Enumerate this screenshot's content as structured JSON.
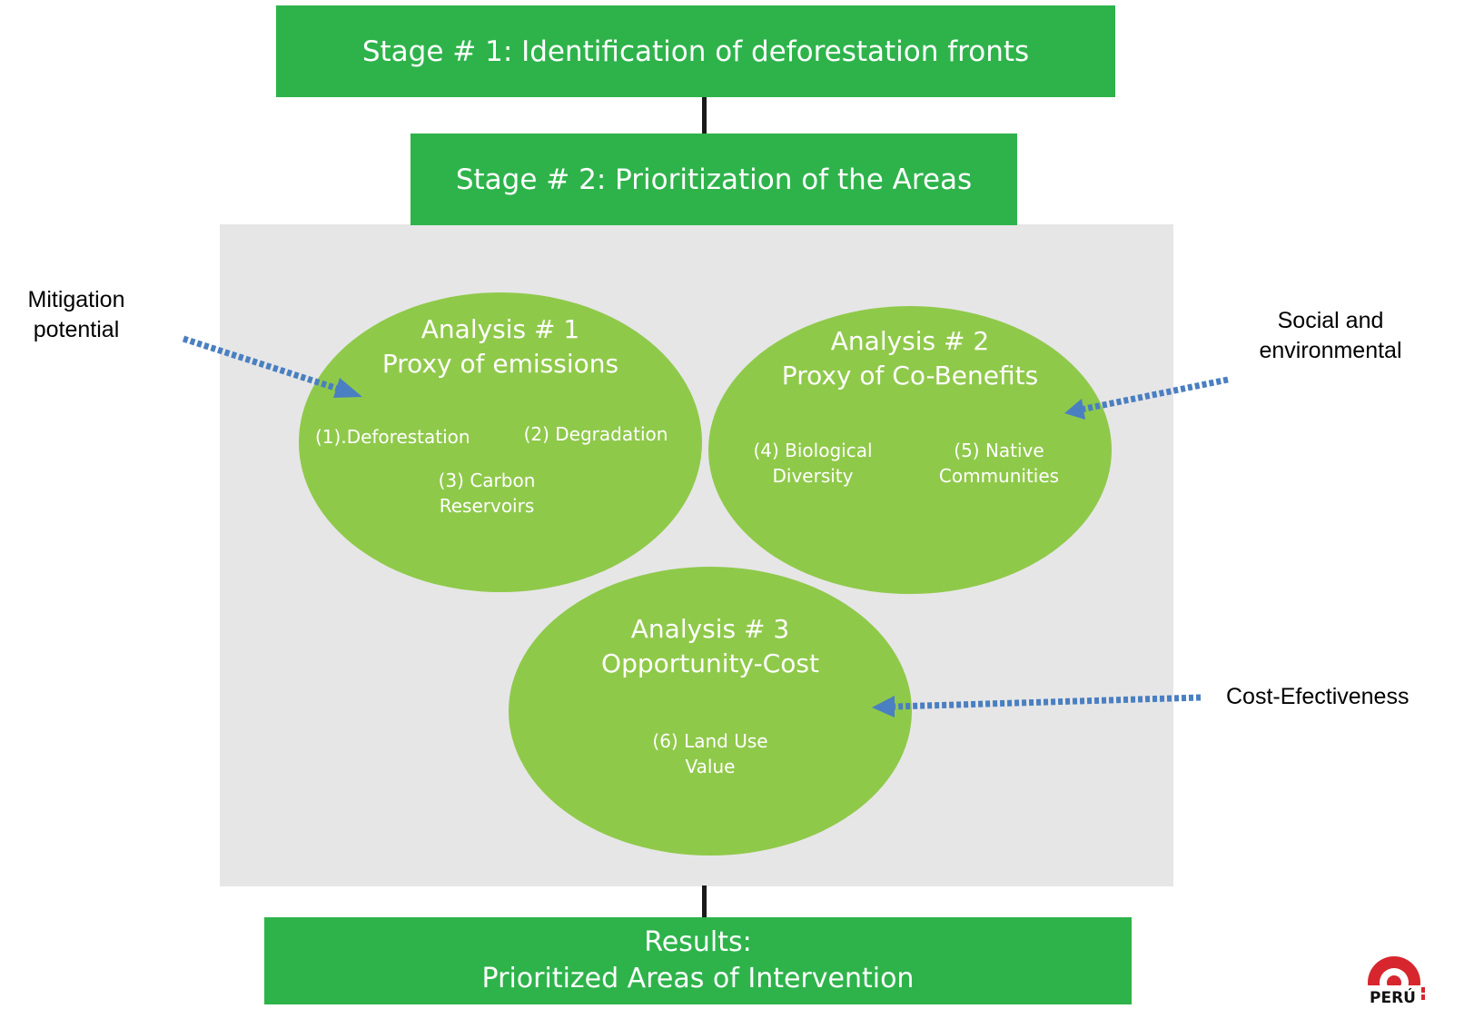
{
  "stage1": {
    "title": "Stage # 1: Identification of deforestation fronts"
  },
  "stage2": {
    "title": "Stage # 2: Prioritization of the Areas"
  },
  "analyses": [
    {
      "title_line1": "Analysis # 1",
      "title_line2": "Proxy of emissions",
      "items": [
        "(1).Deforestation",
        "(2) Degradation",
        "(3) Carbon Reservoirs"
      ]
    },
    {
      "title_line1": "Analysis # 2",
      "title_line2": "Proxy of Co-Benefits",
      "items": [
        "(4) Biological Diversity",
        "(5) Native Communities"
      ]
    },
    {
      "title_line1": "Analysis # 3",
      "title_line2": "Opportunity-Cost",
      "items": [
        "(6) Land Use Value"
      ]
    }
  ],
  "side_labels": {
    "mitigation": "Mitigation potential",
    "social": "Social and environmental",
    "cost": "Cost-Efectiveness"
  },
  "results": {
    "line1": "Results:",
    "line2": "Prioritized Areas of Intervention"
  },
  "logo": {
    "text": "PERÚ"
  },
  "colors": {
    "stage_box": "#2eb34b",
    "analysis_ellipse": "#8fc94a",
    "panel": "#e6e6e6",
    "arrow": "#4a7fc1",
    "logo_red": "#d7262e"
  }
}
